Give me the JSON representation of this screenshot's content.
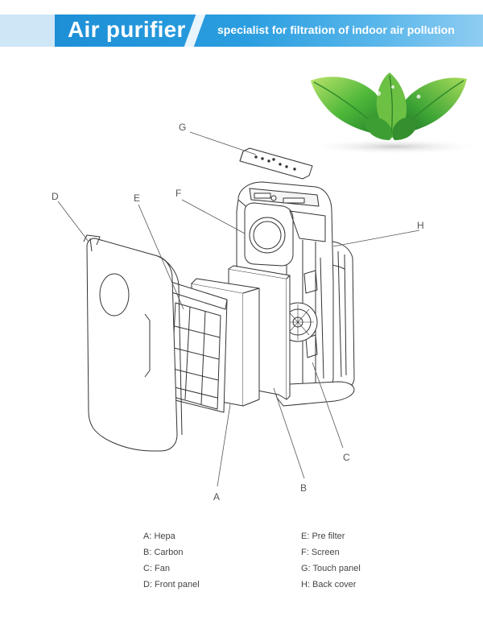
{
  "banner": {
    "title": "Air purifier",
    "subtitle": "specialist for filtration of indoor air pollution",
    "accent_color": "#1d8fd6"
  },
  "callouts": [
    "A",
    "B",
    "C",
    "D",
    "E",
    "F",
    "G",
    "H"
  ],
  "decoration": {
    "icon": "green-leaves-icon"
  },
  "legend": [
    {
      "label": "A: Hepa"
    },
    {
      "label": "B: Carbon"
    },
    {
      "label": "C: Fan"
    },
    {
      "label": "D: Front panel"
    },
    {
      "label": "E: Pre filter"
    },
    {
      "label": "F: Screen"
    },
    {
      "label": "G: Touch panel"
    },
    {
      "label": "H: Back cover"
    }
  ]
}
